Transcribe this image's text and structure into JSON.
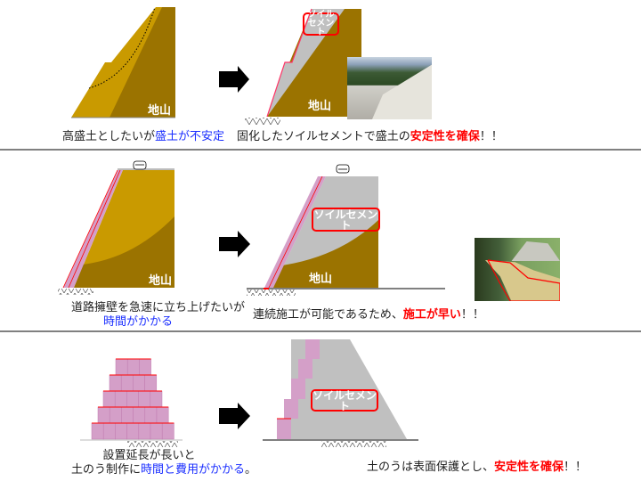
{
  "row1": {
    "left": {
      "ground_label": "地山",
      "caption_plain": "高盛土としたいが",
      "caption_highlight": "盛土が不安定"
    },
    "right": {
      "label_line1": "ソイル",
      "label_line2": "セメント",
      "ground_label": "地山",
      "caption_plain": "固化したソイルセメントで盛土の",
      "caption_highlight": "安定性を確保",
      "caption_end": "！！"
    }
  },
  "row2": {
    "left": {
      "ground_label": "地山",
      "caption_line1": "道路擁壁を急速に立ち上げたいが",
      "caption_highlight": "時間がかかる"
    },
    "right": {
      "label": "ソイルセメント",
      "ground_label": "地山",
      "caption_plain": "連続施工が可能であるため、",
      "caption_highlight": "施工が早い",
      "caption_end": "！！"
    }
  },
  "row3": {
    "left": {
      "caption_line1": "設置延長が長いと",
      "caption_line2_plain": "土のう制作に",
      "caption_highlight": "時間と費用がかかる",
      "caption_end": "。"
    },
    "right": {
      "label": "ソイルセメント",
      "caption_plain": "土のうは表面保護とし、",
      "caption_highlight": "安定性を確保",
      "caption_end": "！！"
    }
  },
  "colors": {
    "fill_soil": "#C99A00",
    "natural_ground": "#9B7300",
    "soil_cement": "#C0C0C0",
    "sandbag": "#D49FC8",
    "highlight_red": "#FF0000",
    "highlight_blue": "#1A2EFF"
  }
}
